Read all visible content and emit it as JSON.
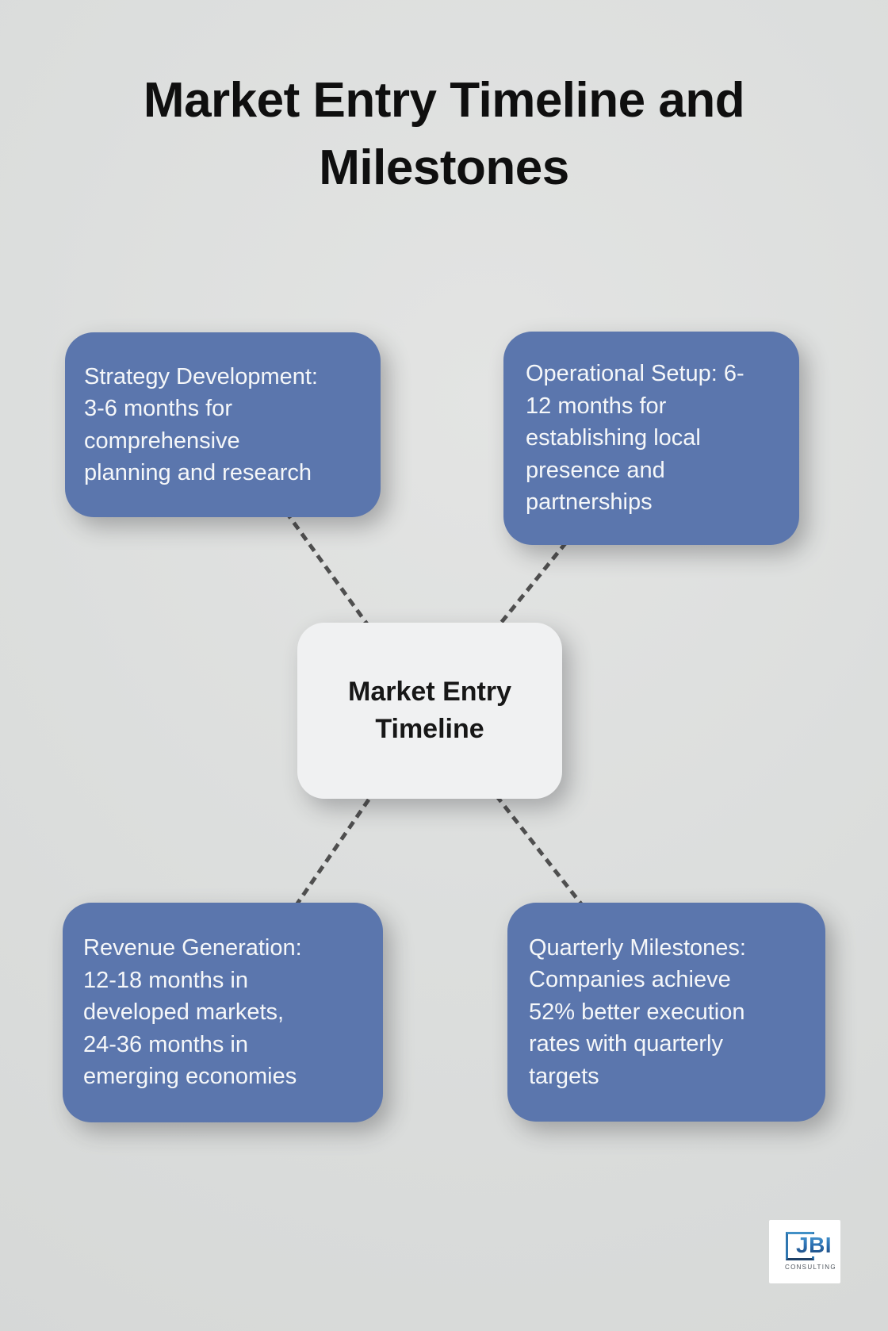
{
  "title": "Market Entry Timeline and Milestones",
  "center_node": {
    "text": "Market Entry Timeline",
    "lines": [
      "Market Entry",
      "Timeline"
    ]
  },
  "nodes": [
    {
      "id": "strategy-development",
      "position": "top-left",
      "text": "Strategy Development: 3-6 months for comprehensive planning and research",
      "lines": [
        "Strategy Development:",
        "3-6 months for",
        "comprehensive",
        "planning and research"
      ]
    },
    {
      "id": "operational-setup",
      "position": "top-right",
      "text": "Operational Setup: 6-12 months for establishing local presence and partnerships",
      "lines": [
        "Operational Setup: 6-",
        "12 months for",
        "establishing local",
        "presence and",
        "partnerships"
      ]
    },
    {
      "id": "revenue-generation",
      "position": "bottom-left",
      "text": "Revenue Generation: 12-18 months in developed markets, 24-36 months in emerging economies",
      "lines": [
        "Revenue Generation:",
        "12-18 months in",
        "developed markets,",
        "24-36 months in",
        "emerging economies"
      ]
    },
    {
      "id": "quarterly-milestones",
      "position": "bottom-right",
      "text": "Quarterly Milestones: Companies achieve 52% better execution rates with quarterly targets",
      "lines": [
        "Quarterly Milestones:",
        "Companies achieve",
        "52% better execution",
        "rates with quarterly",
        "targets"
      ]
    }
  ],
  "connector_style": "dashed",
  "logo": {
    "brand": "JBI",
    "subtitle": "CONSULTING"
  },
  "colors": {
    "background": "#dcdedd",
    "node_fill": "#5b76ad",
    "node_text": "#f5f7f9",
    "center_fill": "#f0f1f2",
    "center_text": "#171717",
    "title_text": "#0f0f0f",
    "connector": "#4f4f4f",
    "logo_blue": "#2a6cae",
    "logo_subtitle_gray": "#4e545c"
  }
}
